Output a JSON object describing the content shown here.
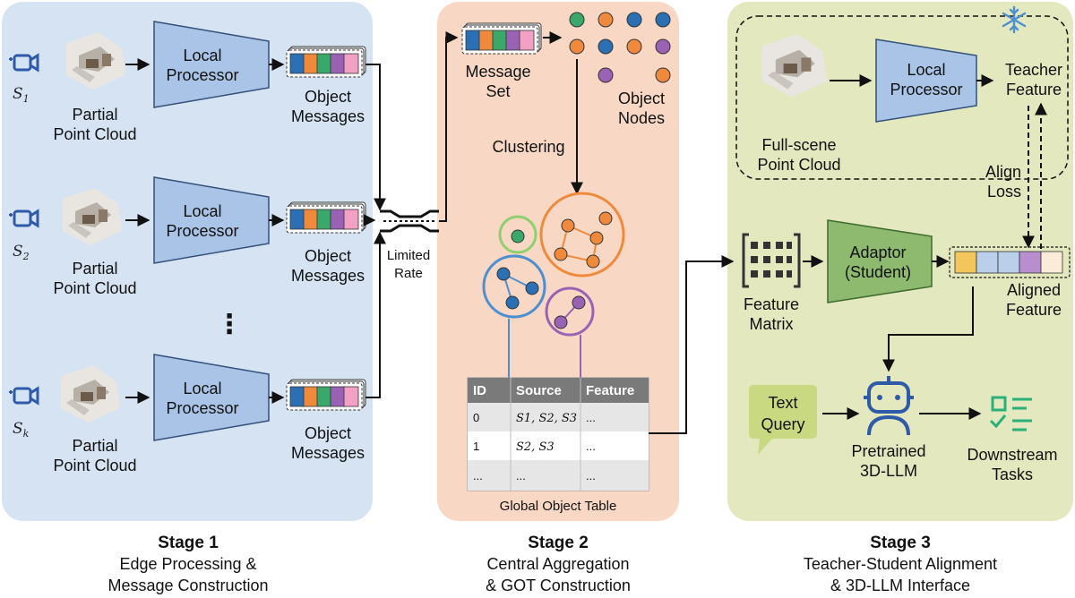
{
  "stage1": {
    "title": "Stage 1",
    "subtitle_line1": "Edge Processing &",
    "subtitle_line2": "Message Construction",
    "sensors": [
      "S1",
      "S2",
      "Sk"
    ],
    "partial_label_1": "Partial",
    "partial_label_2": "Point Cloud",
    "processor_label_1": "Local",
    "processor_label_2": "Processor",
    "messages_label_1": "Object",
    "messages_label_2": "Messages",
    "ellipsis": "⋮"
  },
  "channel": {
    "label_1": "Limited",
    "label_2": "Rate"
  },
  "stage2": {
    "title": "Stage 2",
    "subtitle_line1": "Central Aggregation",
    "subtitle_line2": "& GOT Construction",
    "message_set_1": "Message",
    "message_set_2": "Set",
    "object_nodes_1": "Object",
    "object_nodes_2": "Nodes",
    "clustering": "Clustering",
    "table_caption": "Global Object Table",
    "table": {
      "headers": [
        "ID",
        "Source",
        "Feature"
      ],
      "rows": [
        {
          "id": "0",
          "source": "S1, S2, S3",
          "feature": "..."
        },
        {
          "id": "1",
          "source": "S2, S3",
          "feature": "..."
        },
        {
          "id": "...",
          "source": "...",
          "feature": "..."
        }
      ]
    }
  },
  "stage3": {
    "title": "Stage 3",
    "subtitle_line1": "Teacher-Student Alignment",
    "subtitle_line2": "& 3D-LLM Interface",
    "fullscene_1": "Full-scene",
    "fullscene_2": "Point Cloud",
    "processor_label_1": "Local",
    "processor_label_2": "Processor",
    "teacher_1": "Teacher",
    "teacher_2": "Feature",
    "align_1": "Align",
    "align_2": "Loss",
    "feature_matrix_1": "Feature",
    "feature_matrix_2": "Matrix",
    "adaptor_1": "Adaptor",
    "adaptor_2": "(Student)",
    "aligned_1": "Aligned",
    "aligned_2": "Feature",
    "text_query_1": "Text",
    "text_query_2": "Query",
    "llm_1": "Pretrained",
    "llm_2": "3D-LLM",
    "tasks_1": "Downstream",
    "tasks_2": "Tasks",
    "frozen_icon": "snowflake-icon"
  },
  "colors": {
    "stage1_bg": "#d6e3f3",
    "stage2_bg": "#f8d8c4",
    "stage3_bg": "#e3e8bf",
    "processor_fill": "#a9c4e6",
    "adaptor_fill": "#8dba6e",
    "msg_palette": [
      "#2b6fb5",
      "#ef8a3c",
      "#3aa86a",
      "#9a62b5",
      "#f2a0c4"
    ],
    "table_header": "#7a7a7a",
    "arrow_blue": "#4d8fd1",
    "arrow_purple": "#9a62b5"
  }
}
